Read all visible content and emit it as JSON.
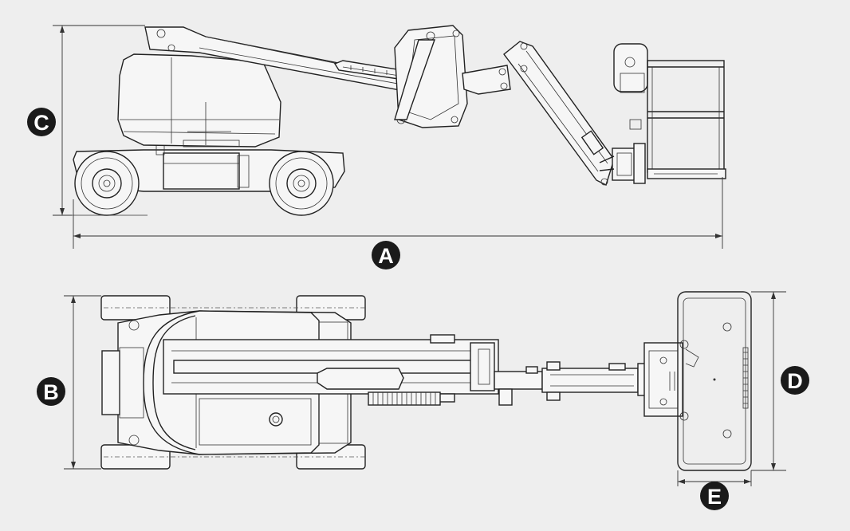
{
  "labels": {
    "overall_length": "A",
    "overall_width": "B",
    "stowed_height": "C",
    "platform_length": "D",
    "platform_width": "E"
  }
}
